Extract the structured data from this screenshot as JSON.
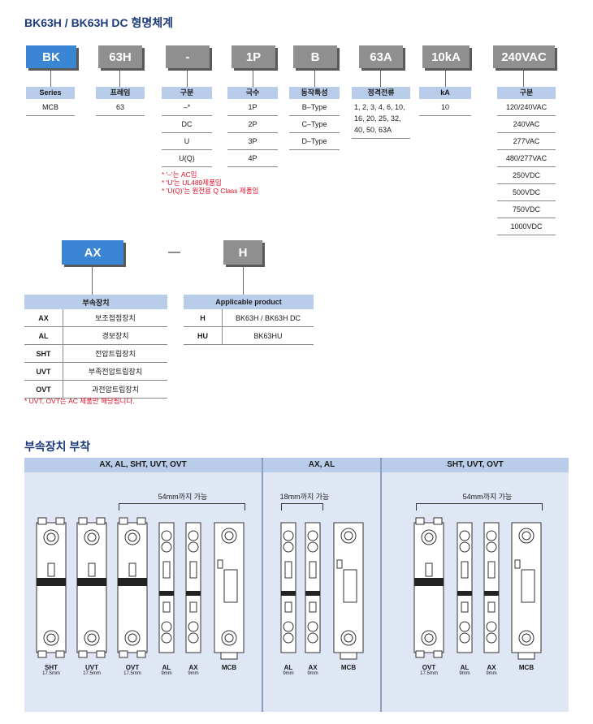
{
  "title": "BK63H / BK63H DC 형명체계",
  "code_boxes": [
    "BK",
    "63H",
    "-",
    "1P",
    "B",
    "63A",
    "10kA",
    "240VAC"
  ],
  "columns": [
    {
      "header": "Series",
      "cells": [
        "MCB"
      ]
    },
    {
      "header": "프레임",
      "cells": [
        "63"
      ]
    },
    {
      "header": "구분",
      "cells": [
        "–*",
        "DC",
        "U",
        "U(Q)"
      ]
    },
    {
      "header": "극수",
      "cells": [
        "1P",
        "2P",
        "3P",
        "4P"
      ]
    },
    {
      "header": "동작특성",
      "cells": [
        "B–Type",
        "C–Type",
        "D–Type"
      ]
    },
    {
      "header": "정격전류",
      "cells": [
        "1, 2, 3, 4, 6, 10,",
        "16, 20, 25, 32,",
        "40, 50, 63A"
      ]
    },
    {
      "header": "kA",
      "cells": [
        "10"
      ]
    },
    {
      "header": "구분",
      "cells": [
        "120/240VAC",
        "240VAC",
        "277VAC",
        "480/277VAC",
        "250VDC",
        "500VDC",
        "750VDC",
        "1000VDC"
      ]
    }
  ],
  "notes1": [
    "* '–'는 AC임",
    "* 'U'는 UL489제품임",
    "* 'U(Q)'는 원전용 Q Class 제품임"
  ],
  "acc_boxes": {
    "left": "AX",
    "dash": "—",
    "right": "H"
  },
  "acc_table": {
    "header": "부속장치",
    "rows": [
      [
        "AX",
        "보조접점장치"
      ],
      [
        "AL",
        "경보장치"
      ],
      [
        "SHT",
        "전압트립장치"
      ],
      [
        "UVT",
        "부족전압트립장치"
      ],
      [
        "OVT",
        "과전압트립장치"
      ]
    ]
  },
  "prod_table": {
    "header": "Applicable product",
    "rows": [
      [
        "H",
        "BK63H / BK63H DC"
      ],
      [
        "HU",
        "BK63HU"
      ]
    ]
  },
  "note2": "* UVT, OVT는 AC 제품만 해당됩니다.",
  "section2_title": "부속장치 부착",
  "panels": [
    {
      "head": "AX, AL, SHT, UVT, OVT",
      "bracket": "54mm까지 가능",
      "devices": [
        [
          "SHT",
          "17.5mm"
        ],
        [
          "UVT",
          "17.5mm"
        ],
        [
          "OVT",
          "17.5mm"
        ],
        [
          "AL",
          "9mm"
        ],
        [
          "AX",
          "9mm"
        ],
        [
          "MCB",
          ""
        ]
      ]
    },
    {
      "head": "AX, AL",
      "bracket": "18mm까지 가능",
      "devices": [
        [
          "AL",
          "9mm"
        ],
        [
          "AX",
          "9mm"
        ],
        [
          "MCB",
          ""
        ]
      ]
    },
    {
      "head": "SHT, UVT, OVT",
      "bracket": "54mm까지 가능",
      "devices": [
        [
          "OVT",
          "17.5mm"
        ],
        [
          "AL",
          "9mm"
        ],
        [
          "AX",
          "9mm"
        ],
        [
          "MCB",
          ""
        ]
      ]
    }
  ],
  "colors": {
    "blue_box": "#3a86d4",
    "gray_box": "#8f8f8f",
    "header_bg": "#b9cdea",
    "panel_bg": "#dfe6f4",
    "title": "#1b3b7a",
    "note": "#e0102a"
  }
}
